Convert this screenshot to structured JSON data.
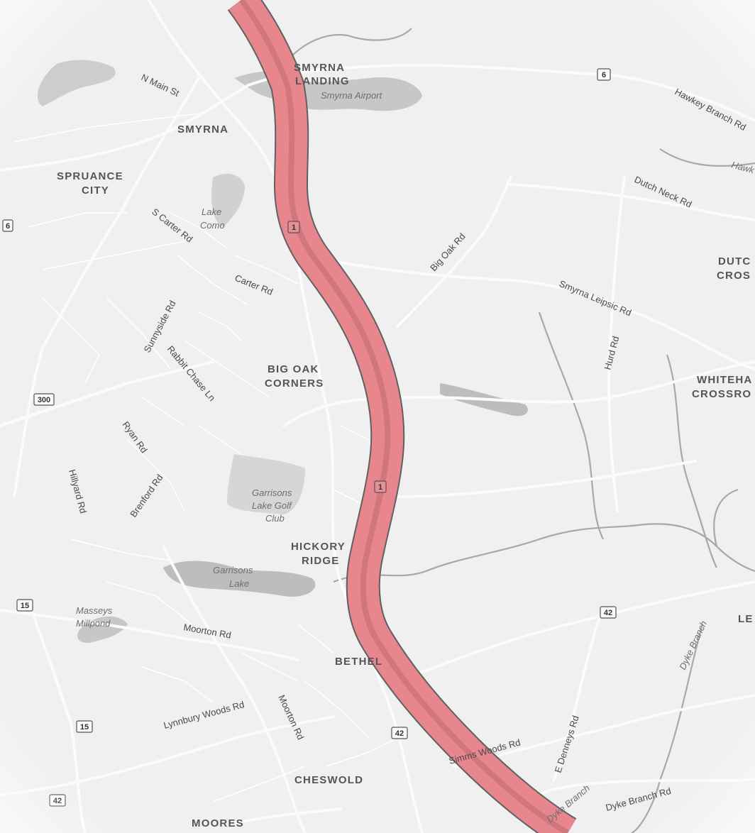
{
  "map": {
    "highlighted_route": {
      "shield": "1",
      "color": "#e8868d"
    },
    "places": [
      {
        "label": "SMYRNA",
        "key": "smyrna"
      },
      {
        "label": "SMYRNA",
        "key": "smyrna-landing-1"
      },
      {
        "label": "LANDING",
        "key": "smyrna-landing-2"
      },
      {
        "label": "SPRUANCE",
        "key": "spruance-1"
      },
      {
        "label": "CITY",
        "key": "spruance-2"
      },
      {
        "label": "BIG OAK",
        "key": "bigoak-1"
      },
      {
        "label": "CORNERS",
        "key": "bigoak-2"
      },
      {
        "label": "HICKORY",
        "key": "hickory-1"
      },
      {
        "label": "RIDGE",
        "key": "hickory-2"
      },
      {
        "label": "BETHEL",
        "key": "bethel"
      },
      {
        "label": "CHESWOLD",
        "key": "cheswold"
      },
      {
        "label": "MOORES",
        "key": "moores"
      },
      {
        "label": "DUTC",
        "key": "dutch-1"
      },
      {
        "label": "CROS",
        "key": "dutch-2"
      },
      {
        "label": "WHITEHA",
        "key": "whiteha-1"
      },
      {
        "label": "CROSSRO",
        "key": "whiteha-2"
      },
      {
        "label": "LE",
        "key": "le"
      }
    ],
    "water": [
      {
        "label": "Smyrna Airport",
        "key": "airport"
      },
      {
        "label": "Lake",
        "key": "lakecomo-1"
      },
      {
        "label": "Como",
        "key": "lakecomo-2"
      },
      {
        "label": "Garrisons",
        "key": "golf-1"
      },
      {
        "label": "Lake Golf",
        "key": "golf-2"
      },
      {
        "label": "Club",
        "key": "golf-3"
      },
      {
        "label": "Garrisons",
        "key": "glake-1"
      },
      {
        "label": "Lake",
        "key": "glake-2"
      },
      {
        "label": "Masseys",
        "key": "massey-1"
      },
      {
        "label": "Millpond",
        "key": "massey-2"
      },
      {
        "label": "Hawk",
        "key": "hawk"
      },
      {
        "label": "Dyke Branch",
        "key": "dyke-branch-a"
      },
      {
        "label": "Dyke Branch",
        "key": "dyke-branch-b"
      }
    ],
    "roads": [
      {
        "label": "N Main St",
        "key": "nmain"
      },
      {
        "label": "S Carter Rd",
        "key": "scarter"
      },
      {
        "label": "Carter Rd",
        "key": "carter"
      },
      {
        "label": "Sunnyside Rd",
        "key": "sunnyside"
      },
      {
        "label": "Rabbit Chase Ln",
        "key": "rabbit"
      },
      {
        "label": "Ryan Rd",
        "key": "ryan"
      },
      {
        "label": "Brenford Rd",
        "key": "brenford"
      },
      {
        "label": "Hillyard Rd",
        "key": "hillyard"
      },
      {
        "label": "Moorton Rd",
        "key": "moorton1"
      },
      {
        "label": "Moorton Rd",
        "key": "moorton2"
      },
      {
        "label": "Lynnbury Woods Rd",
        "key": "lynnbury"
      },
      {
        "label": "Big Oak Rd",
        "key": "bigoakrd"
      },
      {
        "label": "Smyrna Leipsic Rd",
        "key": "leipsic"
      },
      {
        "label": "Hurd Rd",
        "key": "hurd"
      },
      {
        "label": "Dutch Neck Rd",
        "key": "dutchneck"
      },
      {
        "label": "Hawkey Branch Rd",
        "key": "hawkey"
      },
      {
        "label": "Simms Woods Rd",
        "key": "simms"
      },
      {
        "label": "E Denneys Rd",
        "key": "denneys"
      },
      {
        "label": "Dyke Branch Rd",
        "key": "dykebranchrd"
      }
    ],
    "shields": [
      {
        "label": "6",
        "key": "s6"
      },
      {
        "label": "6",
        "key": "s6b"
      },
      {
        "label": "1",
        "key": "s1a"
      },
      {
        "label": "1",
        "key": "s1b"
      },
      {
        "label": "300",
        "key": "s300"
      },
      {
        "label": "15",
        "key": "s15a"
      },
      {
        "label": "15",
        "key": "s15b"
      },
      {
        "label": "42",
        "key": "s42a"
      },
      {
        "label": "42",
        "key": "s42b"
      },
      {
        "label": "42",
        "key": "s42c"
      }
    ]
  }
}
